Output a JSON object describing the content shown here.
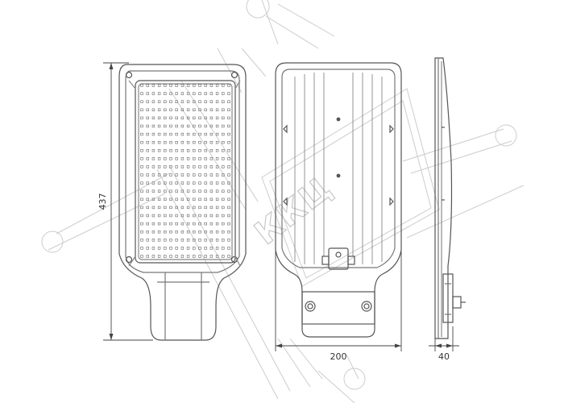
{
  "dimensions": {
    "height_label": "437",
    "width_label": "200",
    "depth_label": "40"
  },
  "watermark": {
    "text": "ККЦ"
  },
  "led_grid": {
    "columns": 16,
    "rows": 22
  },
  "colors": {
    "outline": "#555555",
    "light_outline": "#8a8a8a",
    "watermark": "#c8c8c8",
    "dimension": "#444444"
  }
}
